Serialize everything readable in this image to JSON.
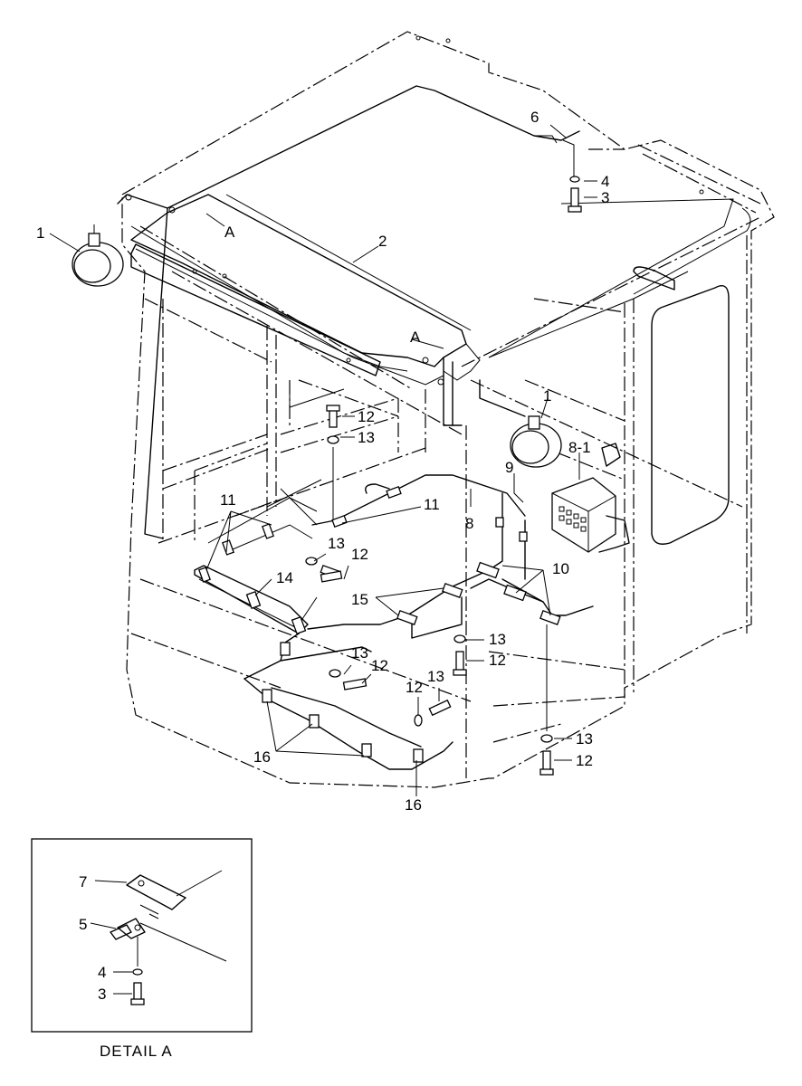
{
  "callouts": {
    "c1a": "1",
    "c1b": "1",
    "c2": "2",
    "c3a": "3",
    "c3b": "3",
    "c4a": "4",
    "c4b": "4",
    "c5": "5",
    "c6": "6",
    "c7": "7",
    "c8": "8",
    "c8_1": "8-1",
    "c9": "9",
    "c10": "10",
    "c11a": "11",
    "c11b": "11",
    "c12a": "12",
    "c12b": "12",
    "c12c": "12",
    "c12d": "12",
    "c12e": "12",
    "c12f": "12",
    "c13a": "13",
    "c13b": "13",
    "c13c": "13",
    "c13d": "13",
    "c13e": "13",
    "c13f": "13",
    "c14": "14",
    "c15": "15",
    "c16a": "16",
    "c16b": "16",
    "viewA1": "A",
    "viewA2": "A"
  },
  "detail": {
    "caption": "DETAIL A"
  }
}
